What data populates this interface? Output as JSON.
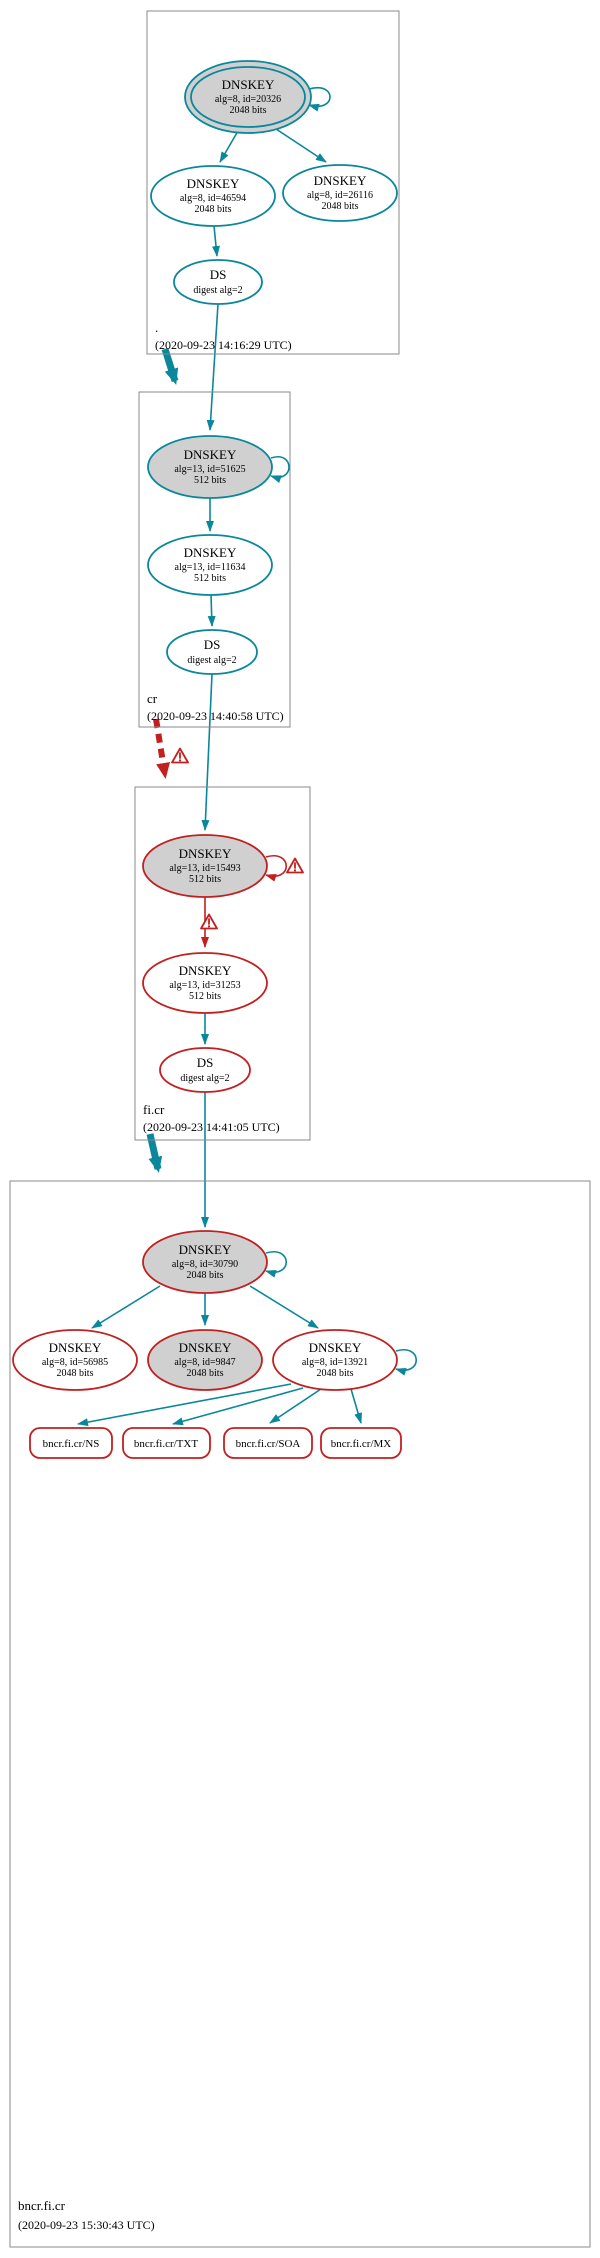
{
  "colors": {
    "secure": "#0a879a",
    "bogus": "#c22020",
    "node_fill": "#d0d0d0"
  },
  "zones": [
    {
      "name": ".",
      "timestamp": "(2020-09-23 14:16:29 UTC)",
      "ksk": {
        "type": "DNSKEY",
        "line1": "alg=8, id=20326",
        "line2": "2048 bits"
      },
      "zsk1": {
        "type": "DNSKEY",
        "line1": "alg=8, id=46594",
        "line2": "2048 bits"
      },
      "zsk2": {
        "type": "DNSKEY",
        "line1": "alg=8, id=26116",
        "line2": "2048 bits"
      },
      "ds": {
        "type": "DS",
        "line1": "digest alg=2"
      }
    },
    {
      "name": "cr",
      "timestamp": "(2020-09-23 14:40:58 UTC)",
      "ksk": {
        "type": "DNSKEY",
        "line1": "alg=13, id=51625",
        "line2": "512 bits"
      },
      "zsk1": {
        "type": "DNSKEY",
        "line1": "alg=13, id=11634",
        "line2": "512 bits"
      },
      "ds": {
        "type": "DS",
        "line1": "digest alg=2"
      }
    },
    {
      "name": "fi.cr",
      "timestamp": "(2020-09-23 14:41:05 UTC)",
      "ksk": {
        "type": "DNSKEY",
        "line1": "alg=13, id=15493",
        "line2": "512 bits"
      },
      "zsk1": {
        "type": "DNSKEY",
        "line1": "alg=13, id=31253",
        "line2": "512 bits"
      },
      "ds": {
        "type": "DS",
        "line1": "digest alg=2"
      }
    },
    {
      "name": "bncr.fi.cr",
      "timestamp": "(2020-09-23 15:30:43 UTC)",
      "ksk": {
        "type": "DNSKEY",
        "line1": "alg=8, id=30790",
        "line2": "2048 bits"
      },
      "zsk1": {
        "type": "DNSKEY",
        "line1": "alg=8, id=56985",
        "line2": "2048 bits"
      },
      "zsk2": {
        "type": "DNSKEY",
        "line1": "alg=8, id=9847",
        "line2": "2048 bits"
      },
      "zsk3": {
        "type": "DNSKEY",
        "line1": "alg=8, id=13921",
        "line2": "2048 bits"
      },
      "rrsets": [
        {
          "label": "bncr.fi.cr/NS"
        },
        {
          "label": "bncr.fi.cr/TXT"
        },
        {
          "label": "bncr.fi.cr/SOA"
        },
        {
          "label": "bncr.fi.cr/MX"
        }
      ]
    }
  ]
}
